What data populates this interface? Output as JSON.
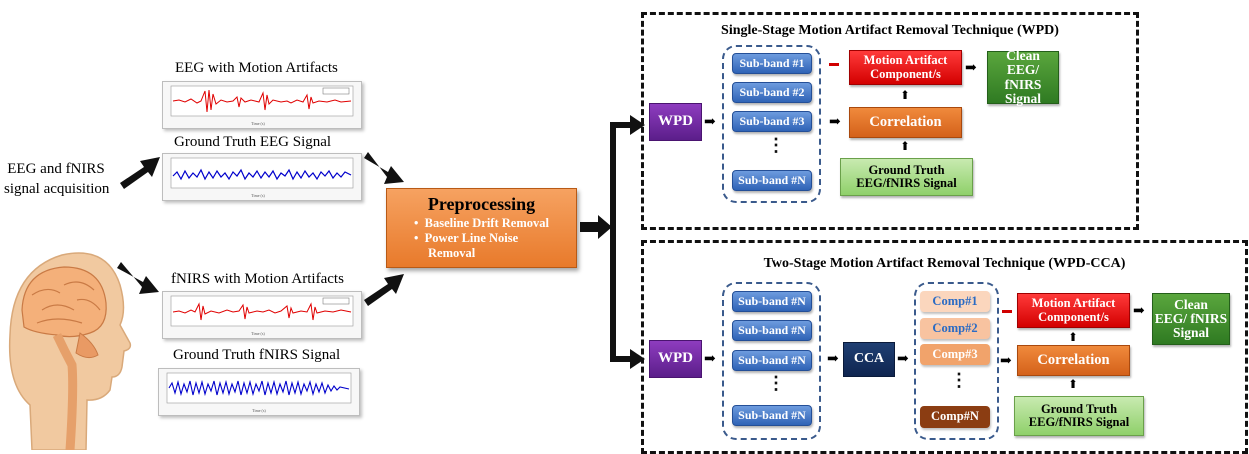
{
  "left": {
    "acquisition_label": "EEG and fNIRS signal acquisition",
    "acquisition_line1": "EEG and fNIRS",
    "acquisition_line2": "signal acquisition",
    "eeg_motion_title": "EEG with Motion Artifacts",
    "eeg_truth_title": "Ground Truth EEG Signal",
    "fnirs_motion_title": "fNIRS with Motion Artifacts",
    "fnirs_truth_title": "Ground Truth fNIRS Signal"
  },
  "preprocessing": {
    "title": "Preprocessing",
    "bullets": [
      "Baseline Drift Removal",
      "Power Line Noise Removal"
    ],
    "bullet2_line1": "Power Line Noise",
    "bullet2_line2": "Removal"
  },
  "single_stage": {
    "title": "Single-Stage Motion Artifact Removal Technique (WPD)",
    "wpd_label": "WPD",
    "subbands": [
      "Sub-band #1",
      "Sub-band #2",
      "Sub-band #3",
      "Sub-band #N"
    ],
    "dots": "⋮",
    "artifact_line1": "Motion Artifact",
    "artifact_line2": "Component/s",
    "correlation": "Correlation",
    "ground_truth_line1": "Ground Truth",
    "ground_truth_line2": "EEG/fNIRS Signal",
    "clean_line1": "Clean",
    "clean_line2": "EEG/ fNIRS",
    "clean_line3": "Signal"
  },
  "two_stage": {
    "title": "Two-Stage Motion Artifact Removal Technique (WPD-CCA)",
    "wpd_label": "WPD",
    "subbands": [
      "Sub-band #N",
      "Sub-band #N",
      "Sub-band #N",
      "Sub-band #N"
    ],
    "dots": "⋮",
    "cca_label": "CCA",
    "components": [
      "Comp#1",
      "Comp#2",
      "Comp#3",
      "Comp#N"
    ],
    "artifact_line1": "Motion Artifact",
    "artifact_line2": "Component/s",
    "correlation": "Correlation",
    "ground_truth_line1": "Ground Truth",
    "ground_truth_line2": "EEG/fNIRS Signal",
    "clean_line1": "Clean",
    "clean_line2": "EEG/ fNIRS",
    "clean_line3": "Signal"
  },
  "colors": {
    "wpd": "#6a2a9c",
    "subband": "#3f73c4",
    "artifact": "#e00000",
    "correlation": "#e06c20",
    "ground_truth": "#a6dc86",
    "clean": "#3a8a2a",
    "cca": "#163263",
    "preprocessing": "#ef8a3a",
    "eeg_artifact_trace": "#e00000",
    "truth_trace": "#0000cc"
  }
}
